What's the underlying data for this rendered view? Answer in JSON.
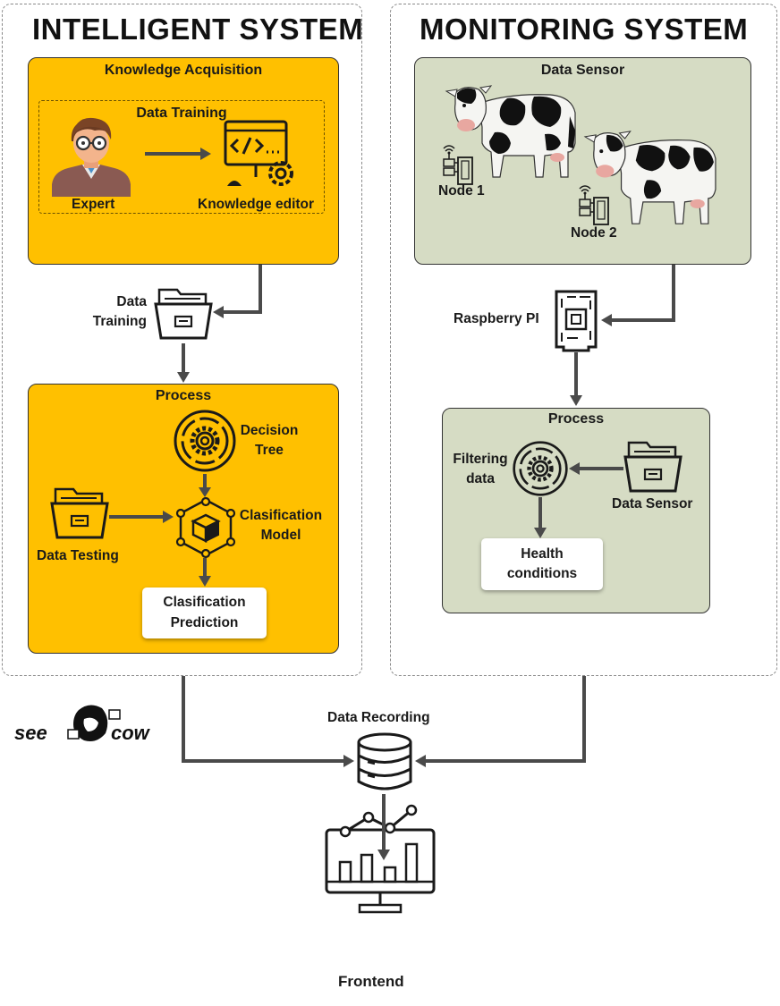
{
  "intelligent": {
    "title": "INTELLIGENT SYSTEM",
    "knowledge_acquisition": {
      "title": "Knowledge Acquisition",
      "data_training_title": "Data Training",
      "expert_label": "Expert",
      "editor_label": "Knowledge editor"
    },
    "data_training_label": [
      "Data",
      "Training"
    ],
    "process": {
      "title": "Process",
      "decision_tree": [
        "Decision",
        "Tree"
      ],
      "classification_model": [
        "Clasification",
        "Model"
      ],
      "data_testing": "Data Testing",
      "prediction": [
        "Clasification",
        "Prediction"
      ]
    }
  },
  "monitoring": {
    "title": "MONITORING SYSTEM",
    "data_sensor": {
      "title": "Data Sensor",
      "node1": "Node 1",
      "node2": "Node 2"
    },
    "raspberry_label": "Raspberry PI",
    "process": {
      "title": "Process",
      "filtering": [
        "Filtering",
        "data"
      ],
      "data_sensor": "Data Sensor",
      "health": [
        "Health",
        "conditions"
      ]
    }
  },
  "logo": {
    "text_left": "see",
    "text_right": "cow"
  },
  "data_recording": "Data Recording",
  "frontend": "Frontend",
  "colors": {
    "orange": "#FFC000",
    "green": "#D6DCC4",
    "arrow": "#4a4a4a"
  }
}
